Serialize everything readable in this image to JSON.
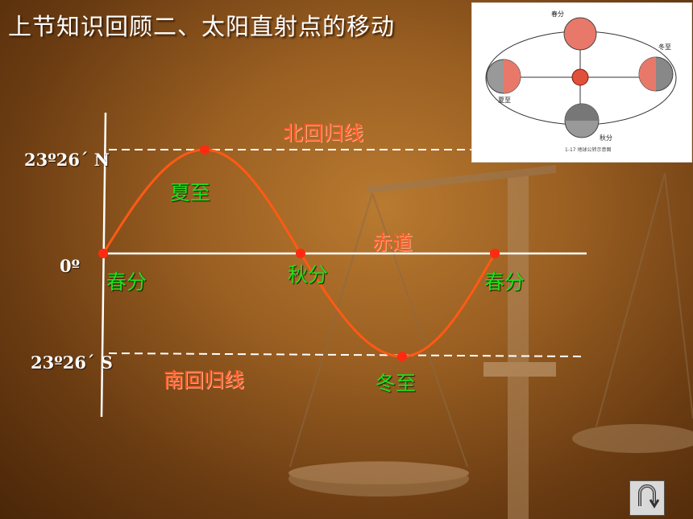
{
  "title": "上节知识回顾二、太阳直射点的移动",
  "labels": {
    "north_lat": "23º26´ N",
    "equator_lat": "0º",
    "south_lat": "23º26´ S",
    "tropic_north": "北回归线",
    "equator": "赤道",
    "tropic_south": "南回归线"
  },
  "points": [
    {
      "name": "春分",
      "lat": 0
    },
    {
      "name": "夏至",
      "lat": 23.43
    },
    {
      "name": "秋分",
      "lat": 0
    },
    {
      "name": "冬至",
      "lat": -23.43
    },
    {
      "name": "春分",
      "lat": 0
    }
  ],
  "inset": {
    "labels": {
      "spring": "春分",
      "summer": "夏至",
      "autumn": "秋分",
      "winter": "冬至"
    },
    "caption": "1-17 地球公转示意图"
  },
  "nav": {
    "icon": "return-icon"
  },
  "colors": {
    "curve": "#ff5a14",
    "point": "#ff2a10",
    "season_text": "#1ee01e",
    "line_text": "#ff5a2a"
  }
}
